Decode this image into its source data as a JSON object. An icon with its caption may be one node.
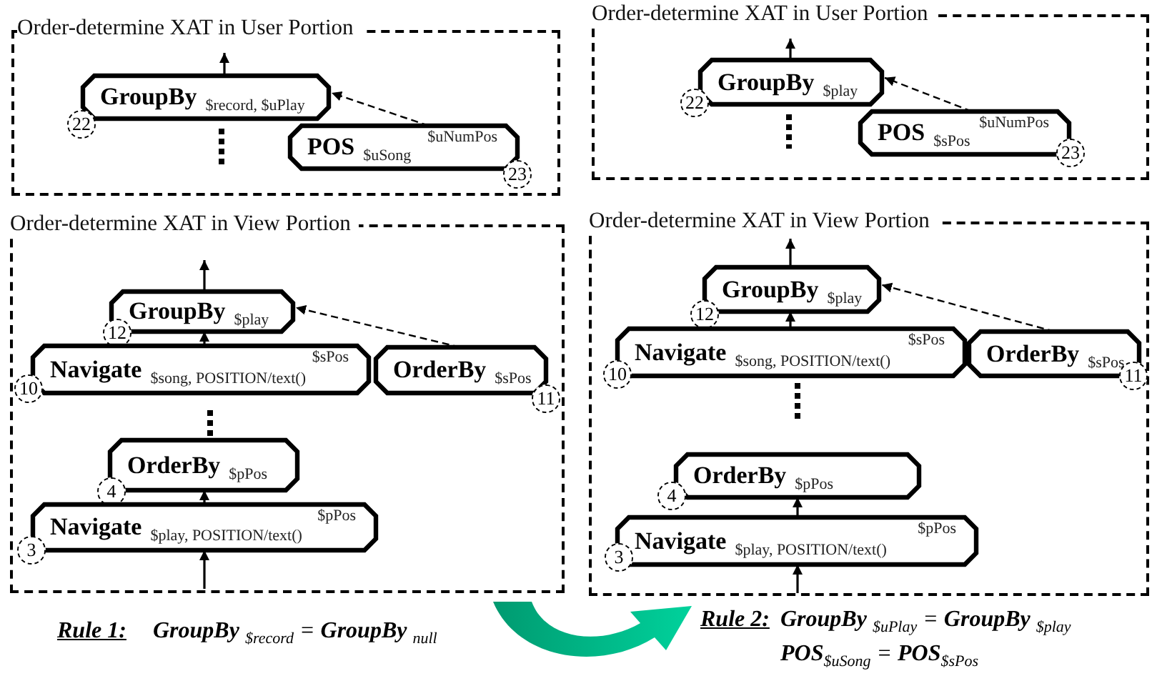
{
  "diagram": {
    "nodes": [
      {
        "text": [
          "Order-determine XAT in User Portion"
        ]
      },
      {
        "text": [
          "GroupBy",
          "$record, $uPlay"
        ],
        "in": 0,
        "beside": [
          "22"
        ]
      },
      {
        "text": [
          "POS",
          "$uSong",
          "$uNumPos"
        ],
        "in": 0,
        "beside": [
          "23"
        ]
      },
      {
        "text": [
          "Order-determine XAT in User Portion"
        ]
      },
      {
        "text": [
          "GroupBy",
          "$play"
        ],
        "in": 3,
        "beside": [
          "22"
        ]
      },
      {
        "text": [
          "POS",
          "$sPos",
          "$uNumPos"
        ],
        "in": 3,
        "beside": [
          "23"
        ]
      },
      {
        "text": [
          "Order-determine XAT in View Portion"
        ]
      },
      {
        "text": [
          "GroupBy",
          "$play"
        ],
        "in": 6,
        "beside": [
          "12"
        ]
      },
      {
        "text": [
          "Navigate",
          "$song, POSITION/text()",
          "$sPos"
        ],
        "in": 6,
        "beside": [
          "10"
        ]
      },
      {
        "text": [
          "OrderBy",
          "$sPos"
        ],
        "in": 6,
        "beside": [
          "11"
        ]
      },
      {
        "text": [
          "OrderBy",
          "$pPos"
        ],
        "in": 6,
        "beside": [
          "4"
        ]
      },
      {
        "text": [
          "Navigate",
          "$play, POSITION/text()",
          "$pPos"
        ],
        "in": 6,
        "beside": [
          "3"
        ]
      },
      {
        "text": [
          "Order-determine XAT in View Portion"
        ]
      },
      {
        "text": [
          "GroupBy",
          "$play"
        ],
        "in": 12,
        "beside": [
          "12"
        ]
      },
      {
        "text": [
          "Navigate",
          "$song, POSITION/text()",
          "$sPos"
        ],
        "in": 12,
        "beside": [
          "10"
        ]
      },
      {
        "text": [
          "OrderBy",
          "$sPos"
        ],
        "in": 12,
        "beside": [
          "11"
        ]
      },
      {
        "text": [
          "OrderBy",
          "$pPos"
        ],
        "in": 12,
        "beside": [
          "4"
        ]
      },
      {
        "text": [
          "Navigate",
          "$play, POSITION/text()",
          "$pPos"
        ],
        "in": 12,
        "beside": [
          "3"
        ]
      }
    ],
    "edges": [
      {
        "from": 1,
        "to": null,
        "arrow": "to"
      },
      {
        "from": 2,
        "to": 1,
        "arrow": "to",
        "style": "dashed"
      },
      {
        "from": 4,
        "to": null,
        "arrow": "to"
      },
      {
        "from": 5,
        "to": 4,
        "arrow": "to",
        "style": "dashed"
      },
      {
        "from": 7,
        "to": null,
        "arrow": "to"
      },
      {
        "from": 8,
        "to": 7,
        "arrow": "to"
      },
      {
        "from": 9,
        "to": 7,
        "arrow": "to",
        "style": "dashed"
      },
      {
        "from": 11,
        "to": 10,
        "arrow": "to"
      },
      {
        "from": null,
        "to": 11,
        "arrow": "to"
      },
      {
        "from": 13,
        "to": null,
        "arrow": "to"
      },
      {
        "from": 14,
        "to": 13,
        "arrow": "to"
      },
      {
        "from": 15,
        "to": 13,
        "arrow": "to",
        "style": "dashed"
      },
      {
        "from": 17,
        "to": 16,
        "arrow": "to"
      },
      {
        "from": null,
        "to": 17,
        "arrow": "to"
      }
    ],
    "labels": [
      "Rule 1:",
      "**GroupBy** $_{$record}$ = **GroupBy** $_{null}$",
      "Rule 2:",
      "**GroupBy** $_{$uPlay}$ = **GroupBy** $_{$play}$",
      "**POS**$_{$uSong}$ = **POS**$_{$sPos}$"
    ]
  }
}
